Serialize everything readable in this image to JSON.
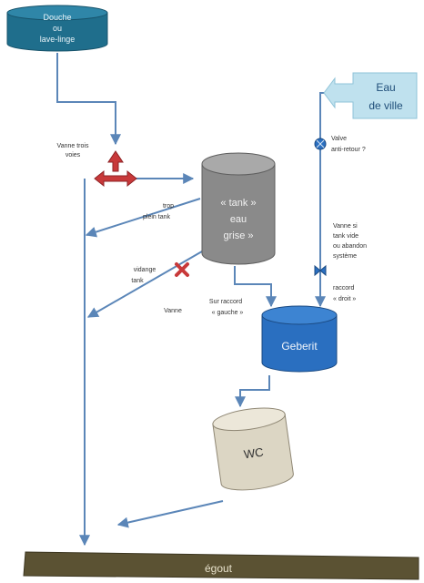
{
  "nodes": {
    "source": {
      "line1": "Douche",
      "line2": "ou",
      "line3": "lave-linge"
    },
    "city_water": {
      "line1": "Eau",
      "line2": "de ville"
    },
    "tank": {
      "line1": "« tank »",
      "line2": "eau",
      "line3": "grise »"
    },
    "geberit": {
      "label": "Geberit"
    },
    "wc": {
      "label": "WC"
    },
    "sewer": {
      "label": "égout"
    }
  },
  "labels": {
    "three_way_valve": {
      "line1": "Vanne trois",
      "line2": "voies"
    },
    "overflow": {
      "line1": "trop",
      "line2": "plein tank"
    },
    "drain": {
      "line1": "vidange",
      "line2": "tank"
    },
    "valve": {
      "line1": "Vanne"
    },
    "left_connector": {
      "line1": "Sur raccord",
      "line2": "« gauche »"
    },
    "check_valve": {
      "line1": "Valve",
      "line2": "anti-retour ?"
    },
    "bypass_valve": {
      "line1": "Vanne si",
      "line2": "tank vide",
      "line3": "ou abandon",
      "line4": "système"
    },
    "right_connector": {
      "line1": "raccord",
      "line2": "« droit »"
    }
  },
  "colors": {
    "pipe": "#5b86b8",
    "source_fill": "#1f6e8c",
    "tank_fill": "#8a8a8a",
    "geberit_fill": "#2a6fc0",
    "wc_fill": "#dcd6c4",
    "city_fill": "#bfe1ee",
    "valve_red": "#c8393a",
    "sewer_fill": "#5b5233"
  }
}
